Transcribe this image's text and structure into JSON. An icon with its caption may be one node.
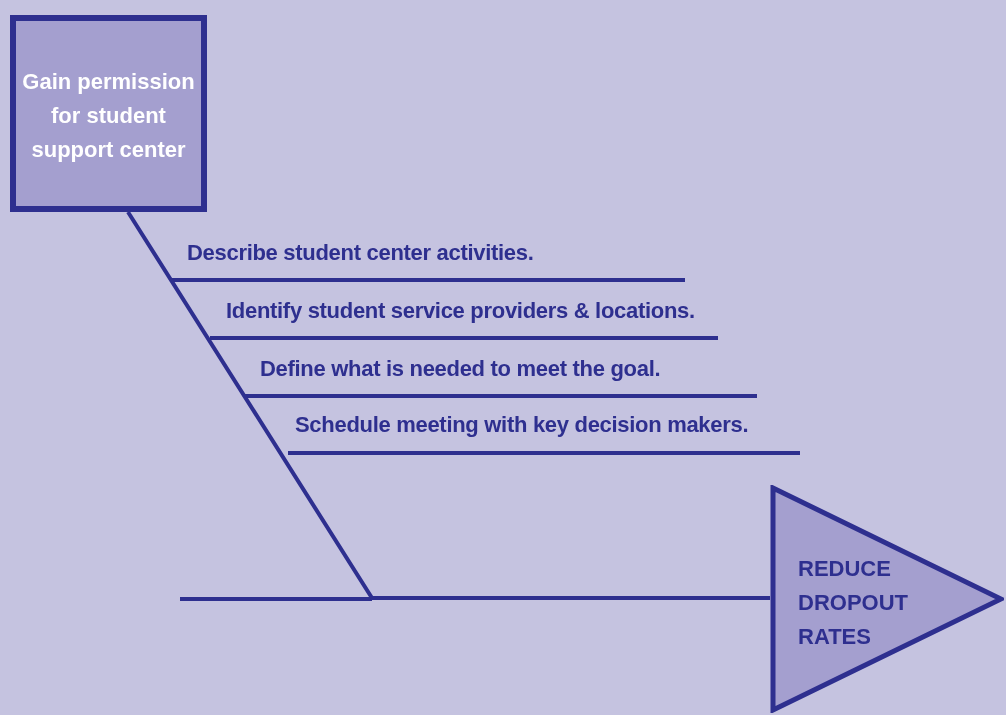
{
  "diagram": {
    "nodes": [
      {
        "text": [
          "Gain permission for student support center"
        ]
      },
      {
        "text": [
          "REDUCE DROPOUT RATES"
        ]
      }
    ],
    "edges": [
      {
        "from": 0,
        "to": 1,
        "arrow": "none"
      }
    ],
    "labels": [
      "Describe student center activities.",
      "Identify student service providers & locations.",
      "Define what is needed to meet the goal.",
      "Schedule meeting with key decision makers."
    ]
  }
}
